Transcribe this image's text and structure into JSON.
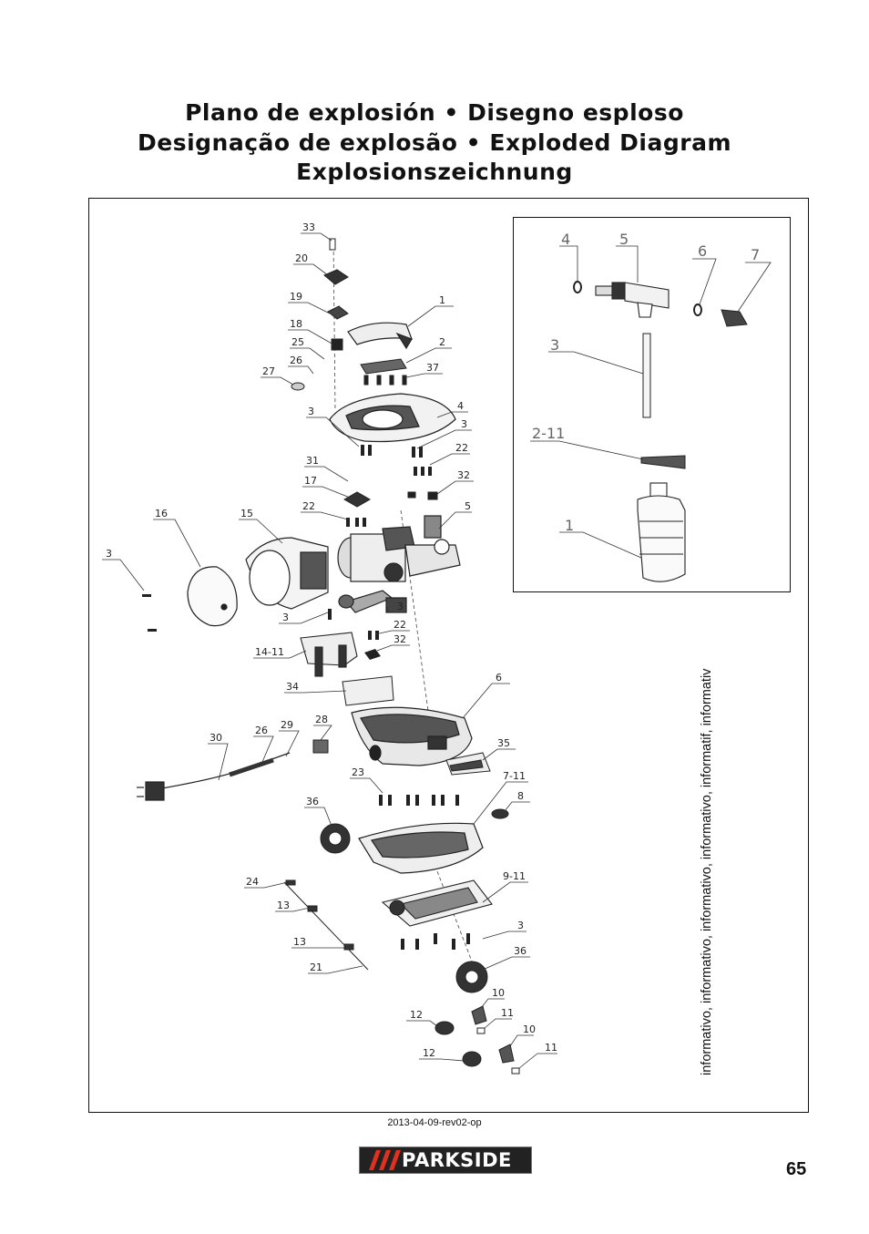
{
  "title": {
    "line1": "Plano de explosión • Disegno esploso",
    "line2": "Designação de explosão • Exploded Diagram",
    "line3": "Explosionszeichnung"
  },
  "side_text": "informativo, informativo, informativo, informativo, informatif, informativ",
  "revision": "2013-04-09-rev02-op",
  "brand": "PARKSIDE",
  "page_number": "65",
  "labels": {
    "p33": "33",
    "p20": "20",
    "p19": "19",
    "p18": "18",
    "p25": "25",
    "p26a": "26",
    "p27": "27",
    "p1": "1",
    "p2": "2",
    "p37": "37",
    "p3a": "3",
    "p4": "4",
    "p3b": "3",
    "p22a": "22",
    "p31": "31",
    "p17": "17",
    "p22b": "22",
    "p32a": "32",
    "p5": "5",
    "p16": "16",
    "p15": "15",
    "p3c": "3",
    "p3d": "3",
    "p3e": "3",
    "p22c": "22",
    "p32b": "32",
    "p14_11": "14-11",
    "p34": "34",
    "p6": "6",
    "p30": "30",
    "p26b": "26",
    "p29": "29",
    "p28": "28",
    "p35": "35",
    "p23": "23",
    "p7_11": "7-11",
    "p8": "8",
    "p36a": "36",
    "p24": "24",
    "p9_11": "9-11",
    "p13a": "13",
    "p13b": "13",
    "p3f": "3",
    "p36b": "36",
    "p21": "21",
    "p10a": "10",
    "p11a": "11",
    "p12a": "12",
    "p10b": "10",
    "p11b": "11",
    "p12b": "12",
    "i4": "4",
    "i5": "5",
    "i6": "6",
    "i7": "7",
    "i3": "3",
    "i2_11": "2-11",
    "i1": "1"
  }
}
